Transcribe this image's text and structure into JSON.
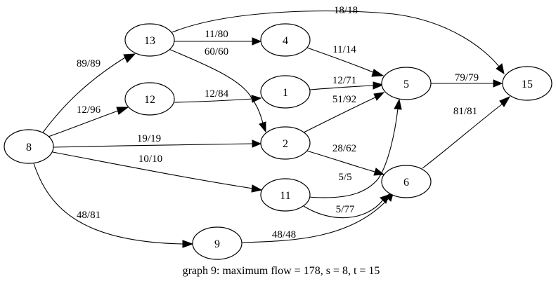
{
  "caption": "graph  9: maximum flow = 178, s = 8, t = 15",
  "nodes": [
    {
      "id": "8",
      "label": "8"
    },
    {
      "id": "13",
      "label": "13"
    },
    {
      "id": "12",
      "label": "12"
    },
    {
      "id": "4",
      "label": "4"
    },
    {
      "id": "1",
      "label": "1"
    },
    {
      "id": "2",
      "label": "2"
    },
    {
      "id": "11",
      "label": "11"
    },
    {
      "id": "9",
      "label": "9"
    },
    {
      "id": "5",
      "label": "5"
    },
    {
      "id": "6",
      "label": "6"
    },
    {
      "id": "15",
      "label": "15"
    }
  ],
  "edges": [
    {
      "from": "8",
      "to": "13",
      "label": "89/89"
    },
    {
      "from": "8",
      "to": "12",
      "label": "12/96"
    },
    {
      "from": "8",
      "to": "2",
      "label": "19/19"
    },
    {
      "from": "8",
      "to": "11",
      "label": "10/10"
    },
    {
      "from": "8",
      "to": "9",
      "label": "48/81"
    },
    {
      "from": "13",
      "to": "15",
      "label": "18/18"
    },
    {
      "from": "13",
      "to": "4",
      "label": "11/80"
    },
    {
      "from": "13",
      "to": "2",
      "label": "60/60"
    },
    {
      "from": "12",
      "to": "1",
      "label": "12/84"
    },
    {
      "from": "4",
      "to": "5",
      "label": "11/14"
    },
    {
      "from": "1",
      "to": "5",
      "label": "12/71"
    },
    {
      "from": "2",
      "to": "5",
      "label": "51/92"
    },
    {
      "from": "2",
      "to": "6",
      "label": "28/62"
    },
    {
      "from": "11",
      "to": "5",
      "label": "5/5"
    },
    {
      "from": "11",
      "to": "6",
      "label": "5/77"
    },
    {
      "from": "9",
      "to": "6",
      "label": "48/48"
    },
    {
      "from": "5",
      "to": "15",
      "label": "79/79"
    },
    {
      "from": "6",
      "to": "15",
      "label": "81/81"
    }
  ]
}
